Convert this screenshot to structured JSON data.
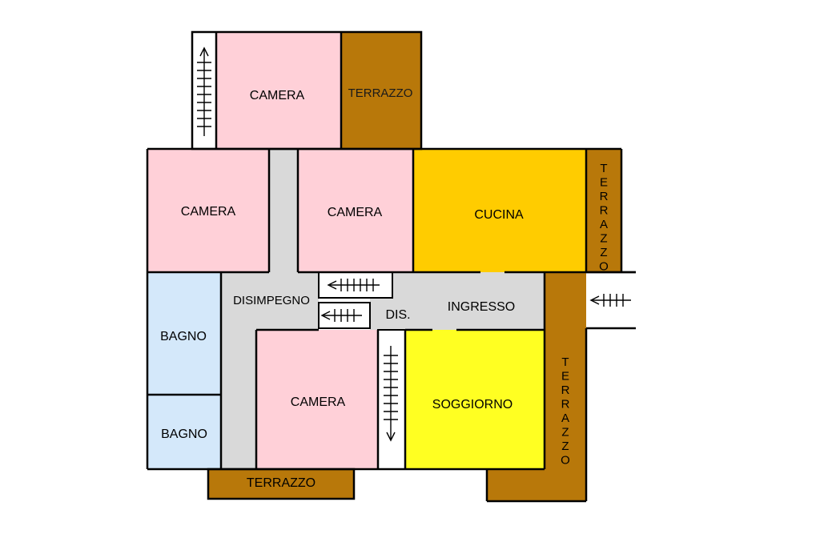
{
  "rooms": {
    "camera_top": "CAMERA",
    "terrazzo_top": "TERRAZZO",
    "camera_left": "CAMERA",
    "camera_mid": "CAMERA",
    "cucina": "CUCINA",
    "terrazzo_right_top": "TERRAZZO",
    "disimpegno": "DISIMPEGNO",
    "dis": "DIS.",
    "ingresso": "INGRESSO",
    "bagno_upper": "BAGNO",
    "bagno_lower": "BAGNO",
    "camera_bottom": "CAMERA",
    "soggiorno": "SOGGIORNO",
    "terrazzo_right_bottom": "TERRAZZO",
    "terrazzo_bottom": "TERRAZZO"
  },
  "colors": {
    "camera": "#ffd0d8",
    "terrazzo": "#b8780a",
    "cucina": "#ffcc00",
    "soggiorno": "#ffff22",
    "bagno": "#d4e8fa",
    "corridor": "#d9d9d9",
    "stairs": "#ffffff",
    "wall": "#000000"
  }
}
